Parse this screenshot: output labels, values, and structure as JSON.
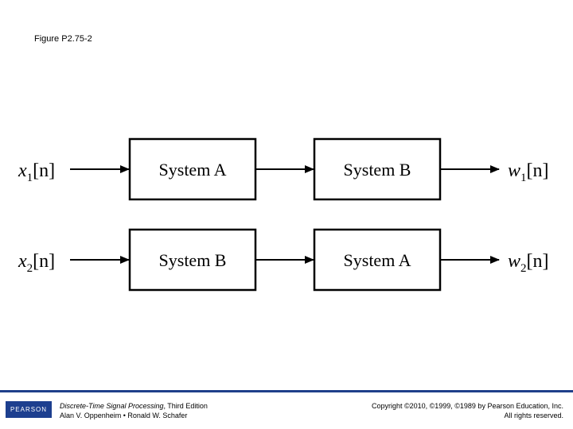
{
  "figure_label": "Figure P2.75-2",
  "rows": [
    {
      "input": {
        "var": "x",
        "sub": "1",
        "arg": "[n]"
      },
      "box1": "System A",
      "box2": "System B",
      "output": {
        "var": "w",
        "sub": "1",
        "arg": "[n]"
      }
    },
    {
      "input": {
        "var": "x",
        "sub": "2",
        "arg": "[n]"
      },
      "box1": "System B",
      "box2": "System A",
      "output": {
        "var": "w",
        "sub": "2",
        "arg": "[n]"
      }
    }
  ],
  "footer": {
    "logo": "PEARSON",
    "book_title": "Discrete-Time Signal Processing",
    "book_edition": ", Third Edition",
    "authors": "Alan V. Oppenheim • Ronald W. Schafer",
    "copyright_line1": "Copyright ©2010, ©1999, ©1989 by Pearson Education, Inc.",
    "copyright_line2": "All rights reserved."
  },
  "colors": {
    "footer_blue": "#1f3f8a"
  }
}
